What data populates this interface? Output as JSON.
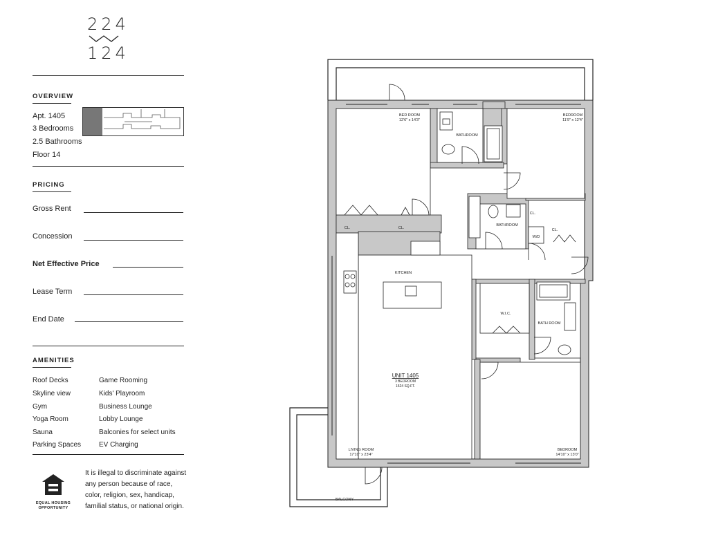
{
  "logo": {
    "top": "224",
    "bottom": "124"
  },
  "overview": {
    "title": "OVERVIEW",
    "apt": "Apt. 1405",
    "bedrooms": "3 Bedrooms",
    "bathrooms": "2.5 Bathrooms",
    "floor": "Floor 14"
  },
  "pricing": {
    "title": "PRICING",
    "gross_rent": "Gross Rent",
    "concession": "Concession",
    "net_effective": "Net Effective Price",
    "lease_term": "Lease Term",
    "end_date": "End Date"
  },
  "amenities": {
    "title": "AMENITIES",
    "col1": [
      "Roof Decks",
      "Skyline view",
      "Gym",
      "Yoga Room",
      "Sauna",
      "Parking Spaces"
    ],
    "col2": [
      "Game Rooming",
      "Kids' Playroom",
      "Business Lounge",
      "Lobby Lounge",
      "Balconies for select units",
      "EV Charging"
    ]
  },
  "eho": {
    "line1": "EQUAL HOUSING",
    "line2": "OPPORTUNITY"
  },
  "disclaimer": "It is illegal to discriminate against any person because of race, color, religion, sex, handicap, familial status, or national origin.",
  "plan": {
    "bedroom1": {
      "name": "BED ROOM",
      "dim": "12'6\" x 14'3\""
    },
    "bedroom2": {
      "name": "BEDROOM",
      "dim": "11'9\" x 12'4\""
    },
    "bedroom3": {
      "name": "BEDROOM",
      "dim": "14'10\" x 13'0\""
    },
    "bathroom1": "BATHROOM",
    "bathroom2": "BATHROOM",
    "bathroom3": "BATH ROOM",
    "closet": "CL.",
    "wd": "W/D",
    "wic": "W.I.C.",
    "kitchen": "KITCHEN",
    "unit": {
      "name": "UNIT 1405",
      "line2": "3 BEDROOM",
      "line3": "1524 SQ.FT."
    },
    "living": {
      "name": "LIVING ROOM",
      "dim": "17'10\" x 23'4\""
    },
    "balcony": "BALCONY"
  }
}
